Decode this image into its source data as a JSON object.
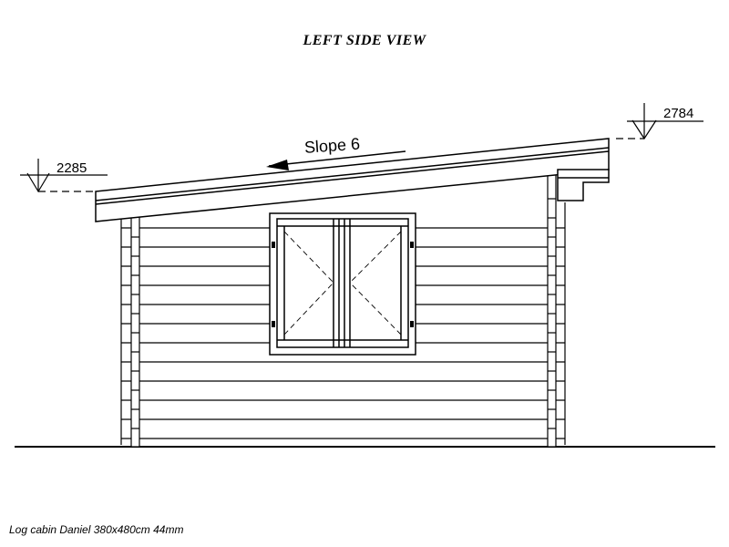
{
  "title": "LEFT SIDE VIEW",
  "dimensions": {
    "left_height": "2285",
    "right_height": "2784"
  },
  "slope_label": "Slope 6",
  "caption": "Log cabin Daniel 380x480cm 44mm"
}
